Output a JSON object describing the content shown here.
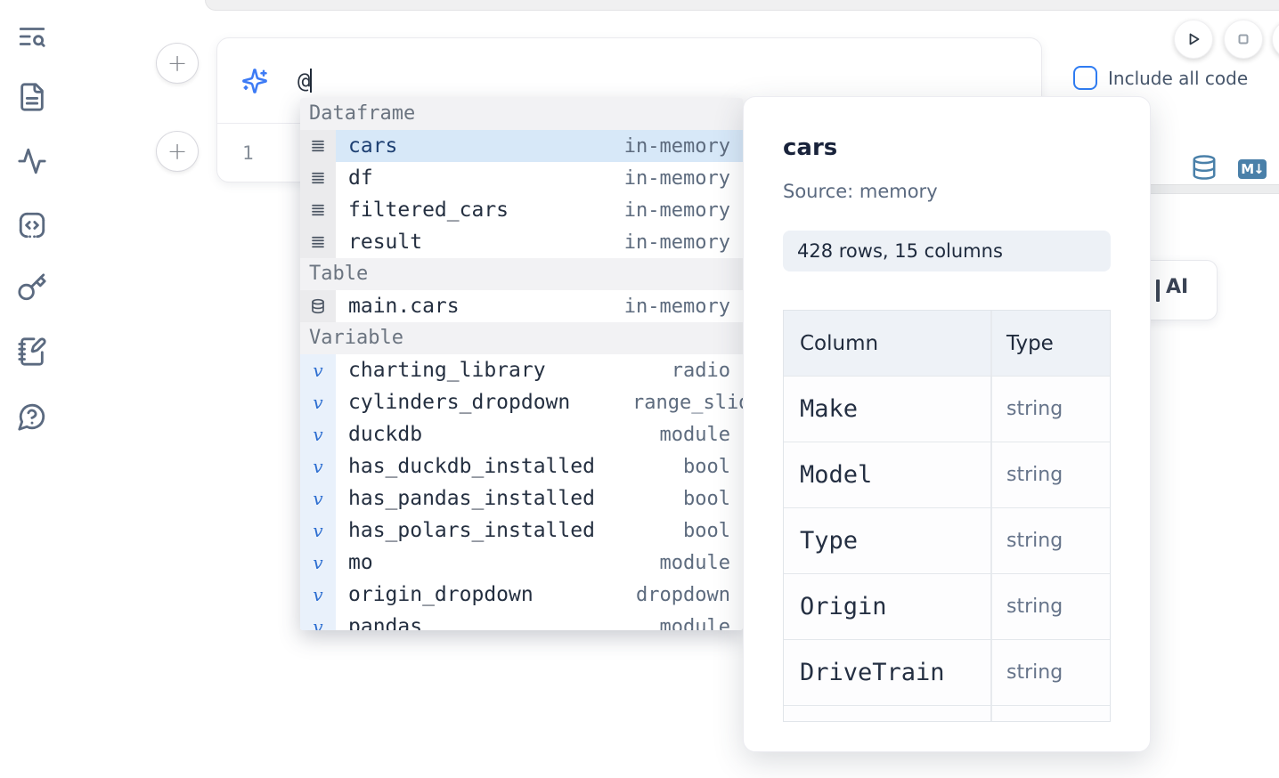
{
  "colors": {
    "accent_blue": "#2f7cf2",
    "sparkle_blue": "#3d7bf5",
    "steel_blue": "#4a80a9",
    "selection_highlight": "#d7e8f8",
    "sidebar_icon": "#5b6a80"
  },
  "sidebar": {
    "icons": [
      "table-of-contents-search",
      "file-document",
      "activity-tracer",
      "scratchpad-code",
      "keyboard-shortcuts-key",
      "notebook-pen",
      "help-question-bubble"
    ]
  },
  "controls": {
    "add_cell_label": "+",
    "include_all_code_label": "Include all code",
    "include_all_code_checked": false,
    "markdown_badge": "M↓"
  },
  "prompt": {
    "value": "@"
  },
  "editor": {
    "line_number": "1"
  },
  "ai_card": {
    "visible_label": "AI"
  },
  "autocomplete": {
    "sections": [
      {
        "label": "Dataframe",
        "kind": "dataframe",
        "items": [
          {
            "name": "cars",
            "type": "in-memory",
            "selected": true
          },
          {
            "name": "df",
            "type": "in-memory"
          },
          {
            "name": "filtered_cars",
            "type": "in-memory"
          },
          {
            "name": "result",
            "type": "in-memory"
          }
        ]
      },
      {
        "label": "Table",
        "kind": "table",
        "items": [
          {
            "name": "main.cars",
            "type": "in-memory"
          }
        ]
      },
      {
        "label": "Variable",
        "kind": "variable",
        "items": [
          {
            "name": "charting_library",
            "type": "radio"
          },
          {
            "name": "cylinders_dropdown",
            "type": "range_slider",
            "clipped": true
          },
          {
            "name": "duckdb",
            "type": "module"
          },
          {
            "name": "has_duckdb_installed",
            "type": "bool"
          },
          {
            "name": "has_pandas_installed",
            "type": "bool"
          },
          {
            "name": "has_polars_installed",
            "type": "bool"
          },
          {
            "name": "mo",
            "type": "module"
          },
          {
            "name": "origin_dropdown",
            "type": "dropdown"
          },
          {
            "name": "pandas",
            "type": "module"
          }
        ]
      }
    ]
  },
  "popup": {
    "title": "cars",
    "source_label": "Source: memory",
    "shape": "428 rows, 15 columns",
    "schema": {
      "headers": [
        "Column",
        "Type"
      ],
      "rows": [
        [
          "Make",
          "string"
        ],
        [
          "Model",
          "string"
        ],
        [
          "Type",
          "string"
        ],
        [
          "Origin",
          "string"
        ],
        [
          "DriveTrain",
          "string"
        ]
      ]
    }
  }
}
